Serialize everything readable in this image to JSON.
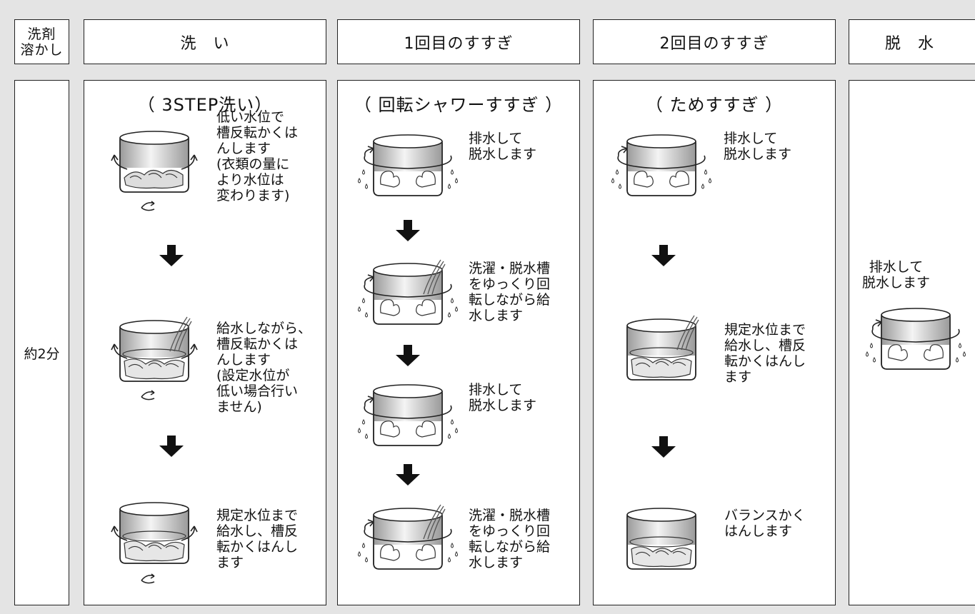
{
  "headers": {
    "dissolve": "洗剤\n溶かし",
    "wash": "洗　い",
    "rinse1": "1回目のすすぎ",
    "rinse2": "2回目のすすぎ",
    "spin": "脱　水"
  },
  "time_label": "約2分",
  "columns": {
    "wash": {
      "subtitle": "（ 3STEP洗い）",
      "steps": [
        "低い水位で\n槽反転かくは\nんします\n(衣類の量に\nより水位は\n変わります)",
        "給水しながら、\n槽反転かくは\nんします\n(設定水位が\n低い場合行い\nません)",
        "規定水位まで\n給水し、槽反\n転かくはんし\nます"
      ]
    },
    "rinse1": {
      "subtitle": "（ 回転シャワーすすぎ ）",
      "steps": [
        "排水して\n脱水します",
        "洗濯・脱水槽\nをゆっくり回\n転しながら給\n水します",
        "排水して\n脱水します",
        "洗濯・脱水槽\nをゆっくり回\n転しながら給\n水します"
      ]
    },
    "rinse2": {
      "subtitle": "（ ためすすぎ ）",
      "steps": [
        "排水して\n脱水します",
        "規定水位まで\n給水し、槽反\n転かくはんし\nます",
        "バランスかく\nはんします"
      ]
    },
    "spin": {
      "steps": [
        "排水して\n脱水します"
      ]
    }
  }
}
